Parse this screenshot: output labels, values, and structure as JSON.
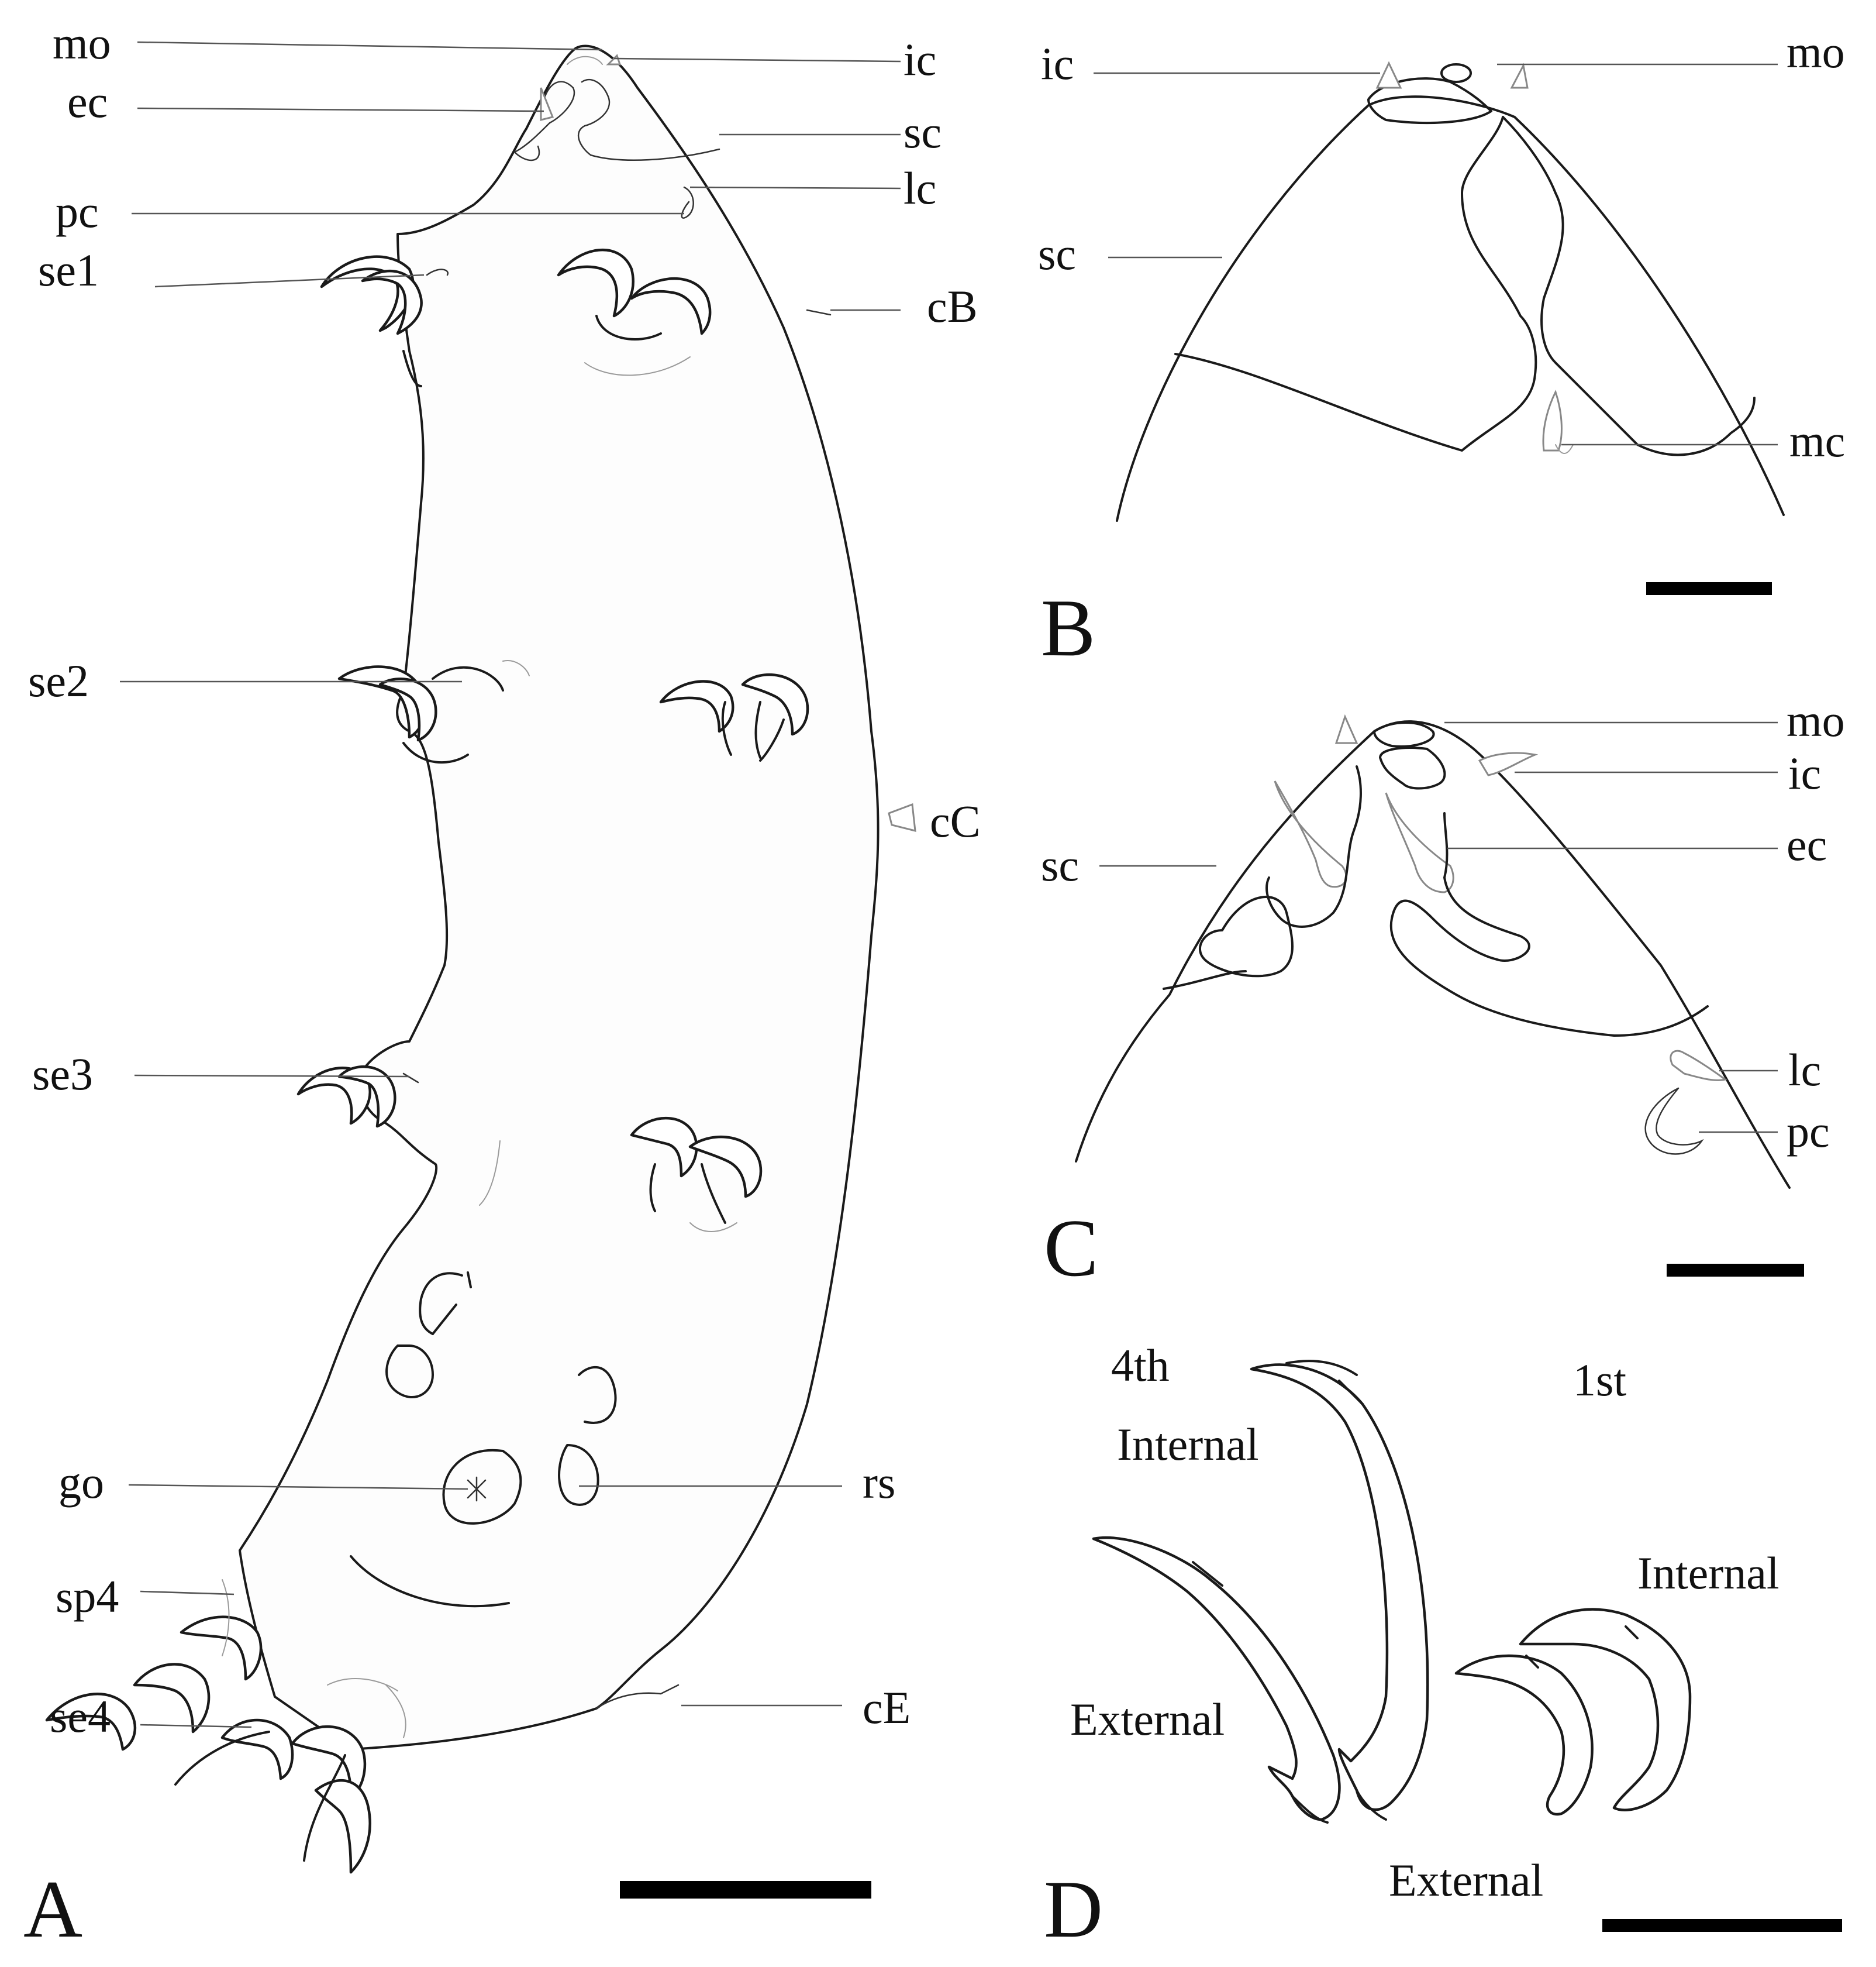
{
  "panels": {
    "A": {
      "letter": "A",
      "labels": {
        "mo": "mo",
        "ec": "ec",
        "pc": "pc",
        "se1": "se1",
        "ic": "ic",
        "sc": "sc",
        "lc": "lc",
        "cB": "cB",
        "se2": "se2",
        "cC": "cC",
        "se3": "se3",
        "go": "go",
        "rs": "rs",
        "sp4": "sp4",
        "se4": "se4",
        "cE": "cE"
      }
    },
    "B": {
      "letter": "B",
      "labels": {
        "ic": "ic",
        "mo": "mo",
        "sc": "sc",
        "mc": "mc"
      }
    },
    "C": {
      "letter": "C",
      "labels": {
        "mo": "mo",
        "ic": "ic",
        "sc": "sc",
        "ec": "ec",
        "lc": "lc",
        "pc": "pc"
      }
    },
    "D": {
      "letter": "D",
      "labels": {
        "fourth": "4th",
        "fourth_internal": "Internal",
        "fourth_external": "External",
        "first": "1st",
        "first_internal": "Internal",
        "first_external": "External"
      }
    }
  }
}
